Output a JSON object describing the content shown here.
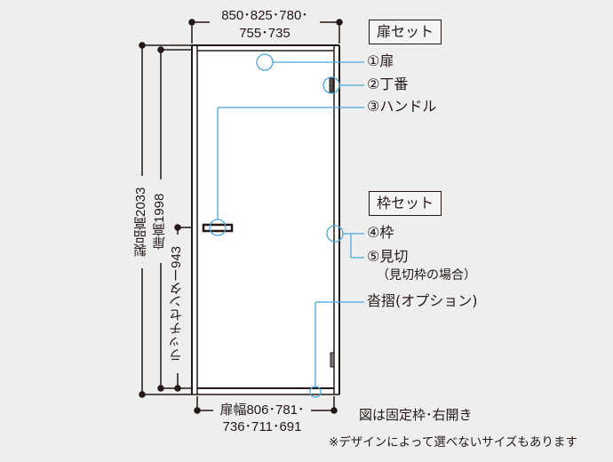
{
  "diagram": {
    "title": "Door set dimension diagram",
    "dimensions": {
      "width_top_line1": "850･825･780･",
      "width_top_line2": "755･735",
      "product_height": "製品高2033",
      "door_height": "扉高1998",
      "latch_center": "ラッチセンター943",
      "door_width_line1": "扉幅806･781･",
      "door_width_line2": "736･711･691"
    },
    "groups": {
      "door_set": "扉セット",
      "frame_set": "枠セット"
    },
    "callouts": [
      {
        "num": "①",
        "label": "扉"
      },
      {
        "num": "②",
        "label": "丁番"
      },
      {
        "num": "③",
        "label": "ハンドル"
      },
      {
        "num": "④",
        "label": "枠"
      },
      {
        "num": "⑤",
        "label": "見切",
        "sub": "（見切枠の場合）"
      },
      {
        "num": "",
        "label": "沓摺(オプション)"
      }
    ],
    "notes": {
      "orientation": "図は固定枠･右開き",
      "disclaimer": "※デザインによって選べないサイズもあります"
    },
    "colors": {
      "line": "#231815",
      "callout": "#4ba8d8",
      "background": "#eeeeee",
      "door": "#ffffff"
    }
  }
}
